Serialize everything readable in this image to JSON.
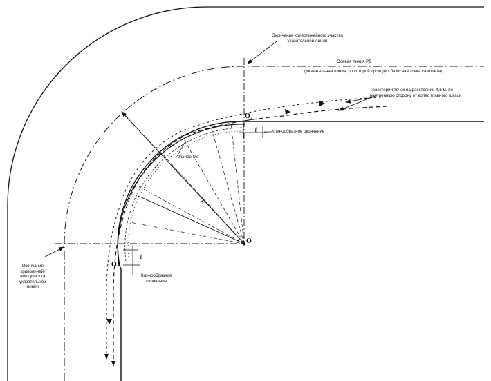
{
  "labels": {
    "curve_end_top": [
      "Окончание криволинейного участка",
      "указательной линии"
    ],
    "centerline": "Осевая линия РД",
    "guide_line": "(Указательная линия, по которой проходит базисная точка самолета)",
    "trajectory": [
      "Траектории точек на расстоянии 4,5 м. во",
      "внутреннюю сторону от колес главного шасси"
    ],
    "wedge_end_top": "Клинообразное окончание",
    "widening": "Уширение",
    "wedge_end_bottom": [
      "Клинообразное",
      "окончание"
    ],
    "curve_end_left": [
      "Окончание",
      "криволиней-",
      "ного участка",
      "указательной",
      "линии"
    ]
  },
  "symbols": {
    "center": "O",
    "point1": "O",
    "point1_sub": "1",
    "point2": "O",
    "point2_sub": "2",
    "radius": "R",
    "wedge_length_top": "ℓ",
    "wedge_length_bottom": "ℓ"
  },
  "colors": {
    "ink": "#111111",
    "background": "#ffffff"
  }
}
